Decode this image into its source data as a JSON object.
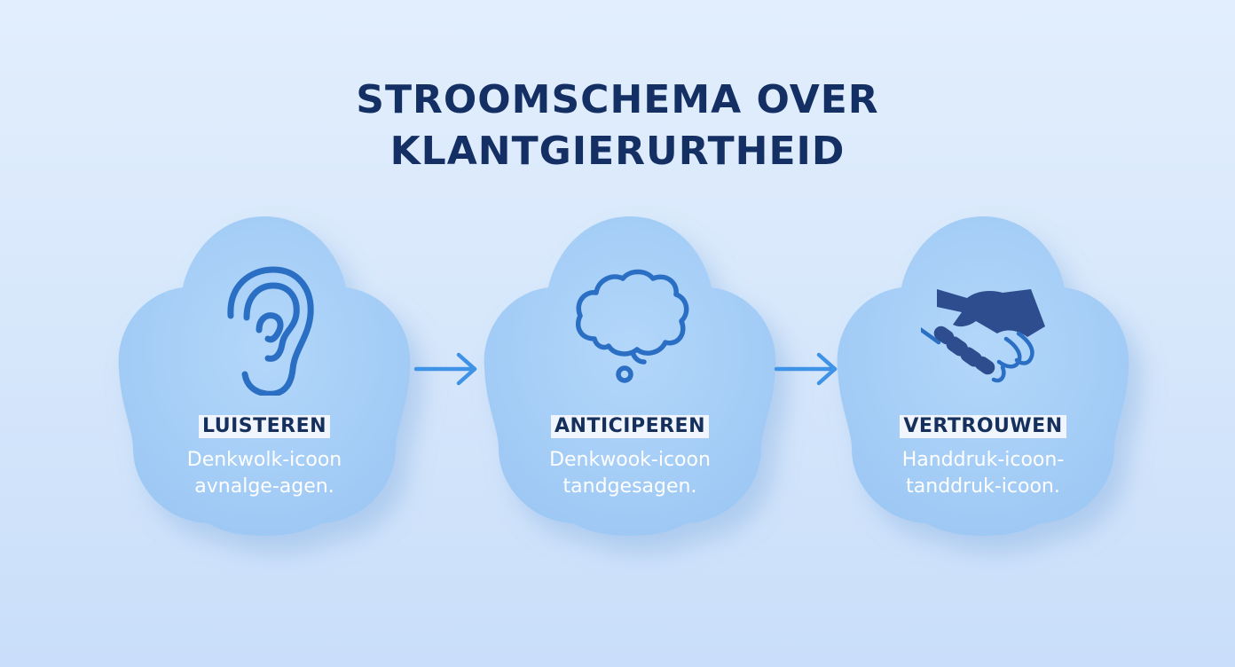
{
  "title": {
    "line1": "STROOMSCHEMA OVER",
    "line2": "KLANTGIERURTHEID"
  },
  "colors": {
    "background_top": "#e2eefd",
    "background_bottom": "#c9defa",
    "cloud_fill": "#a8d0f7",
    "title_text": "#142f63",
    "icon_stroke": "#2a6fc4",
    "icon_dark": "#2e4d8f",
    "arrow": "#3f93e6",
    "label_text": "#16305e",
    "label_background": "#f1f6fe",
    "description_text": "#ffffff"
  },
  "steps": [
    {
      "label": "LUISTEREN",
      "description_line1": "Denkwolk-icoon",
      "description_line2": "avnalge-agen.",
      "icon": "ear-icon"
    },
    {
      "label": "ANTICIPEREN",
      "description_line1": "Denkwook-icoon",
      "description_line2": "tandgesagen.",
      "icon": "thought-bubble-icon"
    },
    {
      "label": "VERTROUWEN",
      "description_line1": "Handdruk-icoon-",
      "description_line2": "tanddruk-icoon.",
      "icon": "handshake-icon"
    }
  ],
  "connectors": [
    {
      "icon": "arrow-right-icon"
    },
    {
      "icon": "arrow-right-icon"
    }
  ]
}
